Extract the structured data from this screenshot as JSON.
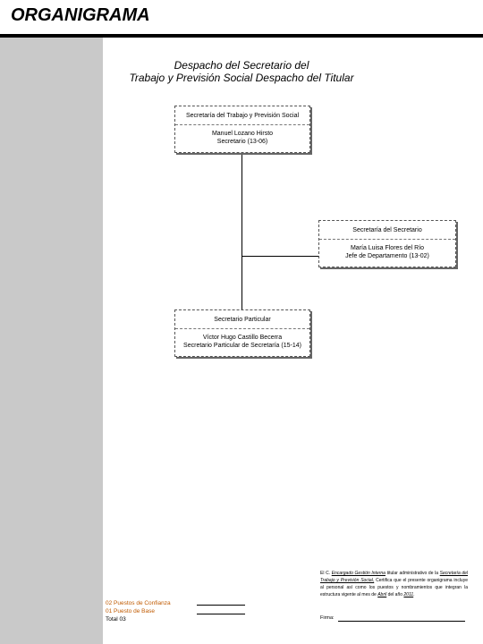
{
  "header": {
    "title": "ORGANIGRAMA"
  },
  "page_title": {
    "line1": "Despacho del Secretario del",
    "line2": "Trabajo y Previsión Social Despacho del Titular"
  },
  "boxes": {
    "secretaria": {
      "title": "Secretaría del Trabajo y Previsión Social",
      "name": "Manuel Lozano Hirsto",
      "role": "Secretario (13-06)"
    },
    "secretaria_secretario": {
      "title": "Secretaría del Secretario",
      "name": "María Luisa Flores del Río",
      "role": "Jefe de Departamento (13-02)"
    },
    "secretario_particular": {
      "title": "Secretario Particular",
      "name": "Víctor Hugo Castillo Becerra",
      "role": "Secretario Particular de Secretaría (15-14)"
    }
  },
  "legend": {
    "confianza": "02 Puestos de Confianza",
    "base": "01 Puesto de Base",
    "total": "Total 03"
  },
  "note": {
    "p1": "El C.",
    "name": "Encargado Gestión Interna",
    "p2": "titular administrativo de la",
    "dept": "Secretaría del Trabajo y Previsión Social,",
    "p3": "Certifica que el presente organigrama incluye al personal así como los puestos y nombramientos que integran la estructura vigente al mes de",
    "month": "Abril",
    "p4": "del año",
    "year": "2011",
    "end": "."
  },
  "signature": {
    "label": "Firma:"
  }
}
